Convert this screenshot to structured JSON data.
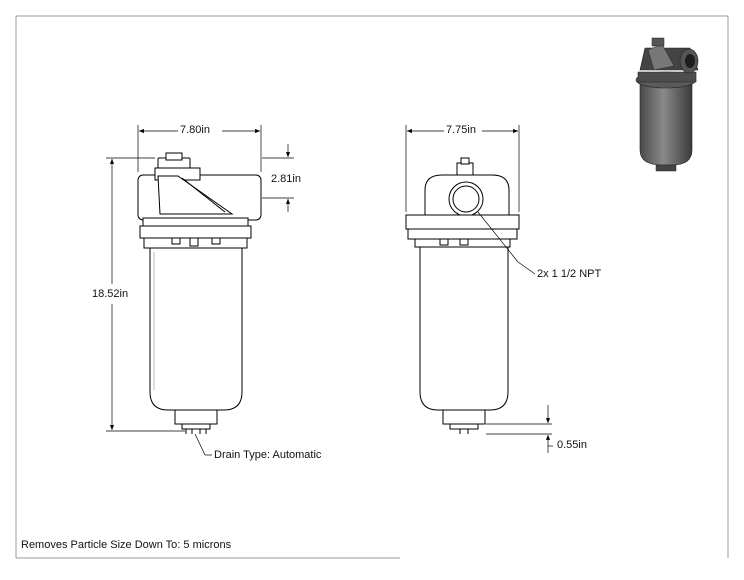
{
  "drawing": {
    "front_view": {
      "width_label": "7.80in",
      "height_label": "18.52in",
      "head_height_label": "2.81in",
      "drain_label": "Drain Type: Automatic"
    },
    "side_view": {
      "width_label": "7.75in",
      "port_label": "2x 1 1/2 NPT",
      "drain_offset_label": "0.55in"
    },
    "note": "Removes Particle Size Down To: 5 microns"
  },
  "colors": {
    "line": "#000000",
    "body_fill": "#ffffff",
    "iso_dark": "#3a3a3a",
    "iso_mid": "#6b6b6b",
    "iso_light": "#a9a9a9"
  }
}
